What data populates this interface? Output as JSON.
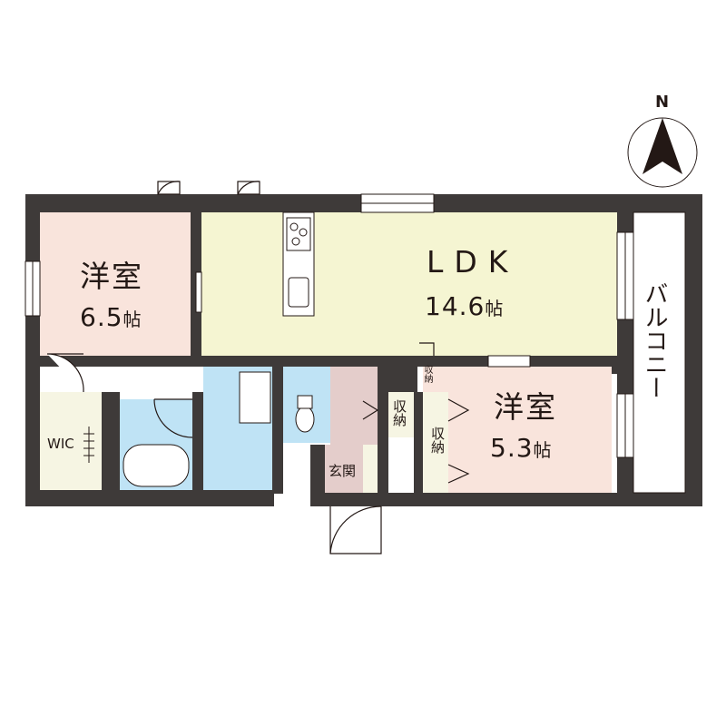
{
  "north": "N",
  "rooms": {
    "western1": {
      "name": "洋室",
      "size": "6.5",
      "unit": "帖"
    },
    "ldk": {
      "name": "LDK",
      "size": "14.6",
      "unit": "帖"
    },
    "western2": {
      "name": "洋室",
      "size": "5.3",
      "unit": "帖"
    },
    "wic": "WIC",
    "entrance": "玄関",
    "storage_entry": "収納",
    "storage_room": "収納",
    "storage_small": "収納",
    "balcony": "バルコニー"
  },
  "colors": {
    "wall": "#3e3a39",
    "western": "#f9e4dc",
    "ldk": "#f5f5d2",
    "wet": "#bfe3f5",
    "entrance": "#e4cdcb",
    "storage": "#f6f5e3",
    "line": "#231815"
  }
}
